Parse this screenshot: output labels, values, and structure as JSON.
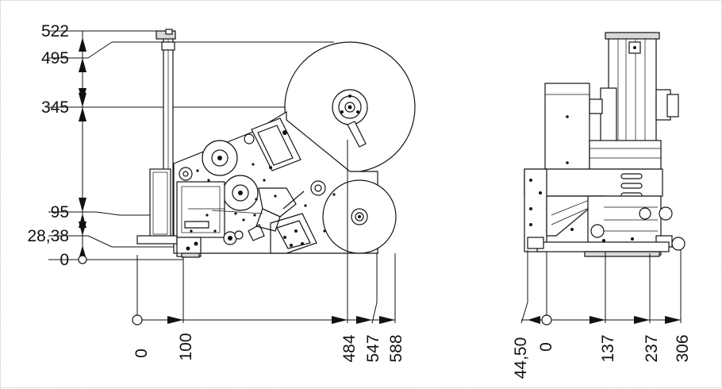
{
  "drawing": {
    "line_color": "#111111",
    "background": "#ffffff",
    "front_view": {
      "vertical_dims": [
        "522",
        "495",
        "345",
        "95",
        "28,38",
        "0"
      ],
      "horizontal_dims": [
        "0",
        "100",
        "484",
        "547",
        "588"
      ]
    },
    "side_view": {
      "horizontal_dims": [
        "44,50",
        "0",
        "137",
        "237",
        "306"
      ]
    }
  }
}
